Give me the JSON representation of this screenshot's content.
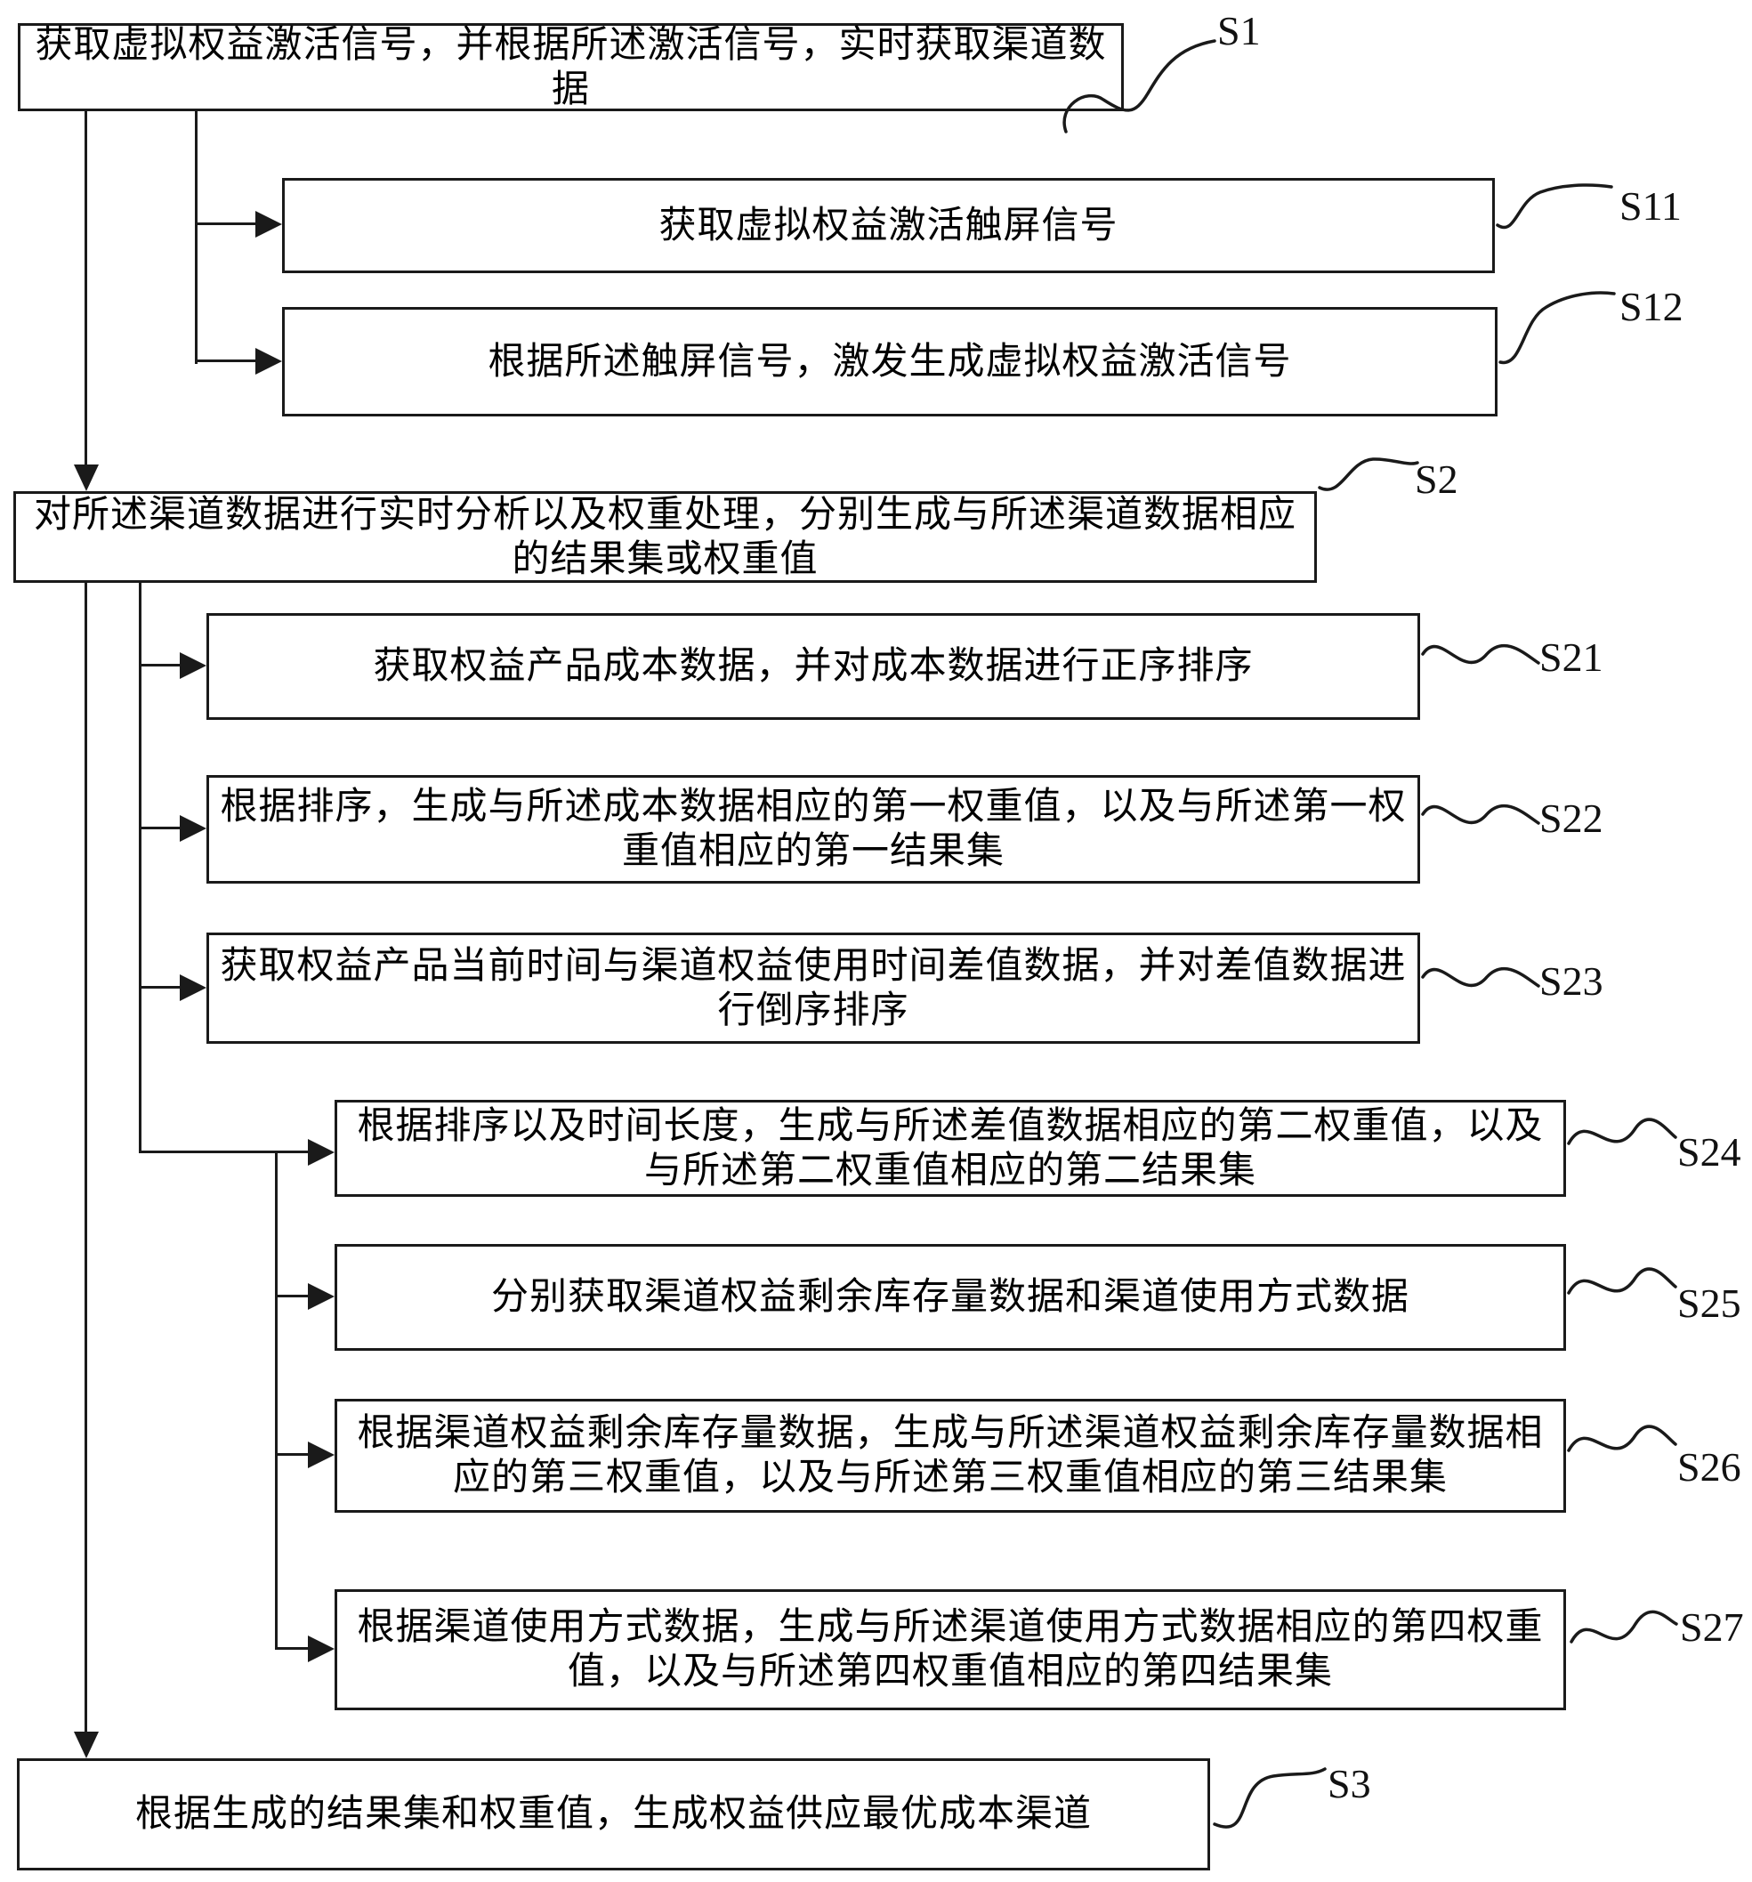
{
  "figure": {
    "type": "flowchart",
    "background": "#ffffff",
    "line_color": "#1a1a1a",
    "text_color": "#000000"
  },
  "boxes": {
    "s1": {
      "step": "S1",
      "text": "获取虚拟权益激活信号，并根据所述激活信号，实时获取渠道数\n据"
    },
    "s11": {
      "step": "S11",
      "text": "获取虚拟权益激活触屏信号"
    },
    "s12": {
      "step": "S12",
      "text": "根据所述触屏信号，激发生成虚拟权益激活信号"
    },
    "s2": {
      "step": "S2",
      "text": "对所述渠道数据进行实时分析以及权重处理，分别生成与所述渠道数据相应\n的结果集或权重值"
    },
    "s21": {
      "step": "S21",
      "text": "获取权益产品成本数据，并对成本数据进行正序排序"
    },
    "s22": {
      "step": "S22",
      "text": "根据排序，生成与所述成本数据相应的第一权重值，以及与所述第一权\n重值相应的第一结果集"
    },
    "s23": {
      "step": "S23",
      "text": "获取权益产品当前时间与渠道权益使用时间差值数据，并对差值数据进\n行倒序排序"
    },
    "s24": {
      "step": "S24",
      "text": "根据排序以及时间长度，生成与所述差值数据相应的第二权重值，以及\n与所述第二权重值相应的第二结果集"
    },
    "s25": {
      "step": "S25",
      "text": "分别获取渠道权益剩余库存量数据和渠道使用方式数据"
    },
    "s26": {
      "step": "S26",
      "text": "根据渠道权益剩余库存量数据，生成与所述渠道权益剩余库存量数据相\n应的第三权重值，以及与所述第三权重值相应的第三结果集"
    },
    "s27": {
      "step": "S27",
      "text": "根据渠道使用方式数据，生成与所述渠道使用方式数据相应的第四权重\n值，以及与所述第四权重值相应的第四结果集"
    },
    "s3": {
      "step": "S3",
      "text": "根据生成的结果集和权重值，生成权益供应最优成本渠道"
    }
  }
}
